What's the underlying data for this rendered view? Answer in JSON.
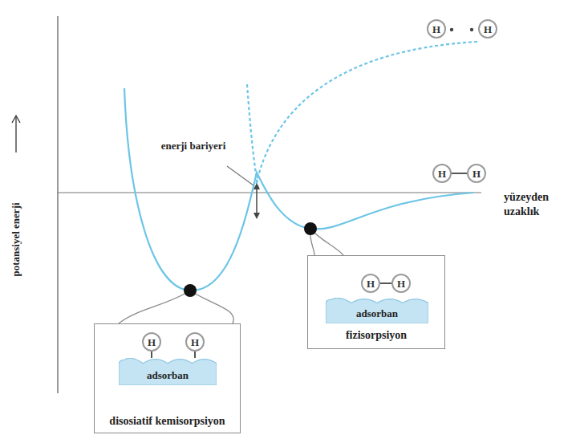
{
  "diagram": {
    "nodes": [
      {
        "text": [
          "H"
        ]
      },
      {
        "text": [
          "H"
        ]
      },
      {
        "text": [
          "H"
        ]
      },
      {
        "text": [
          "H"
        ]
      },
      {
        "text": [
          "fizisorpsiyon"
        ]
      },
      {
        "text": [
          "adsorban"
        ],
        "in": 4
      },
      {
        "text": [
          "H"
        ],
        "in": 4
      },
      {
        "text": [
          "H"
        ],
        "in": 4
      },
      {
        "text": [
          "disosiatif kemisorpsiyon"
        ]
      },
      {
        "text": [
          "adsorban"
        ],
        "in": 8
      },
      {
        "text": [
          "H"
        ],
        "in": 8
      },
      {
        "text": [
          "H"
        ],
        "in": 8
      }
    ],
    "edges": [
      {
        "from": 2,
        "to": 3,
        "arrow": "none"
      },
      {
        "from": 6,
        "to": 7,
        "arrow": "none"
      },
      {
        "from": 10,
        "to": 9,
        "arrow": "none"
      },
      {
        "from": 11,
        "to": 9,
        "arrow": "none"
      }
    ],
    "labels": [
      "potansiyel enerji",
      "enerji bariyeri",
      "yüzeyden uzaklık"
    ]
  }
}
